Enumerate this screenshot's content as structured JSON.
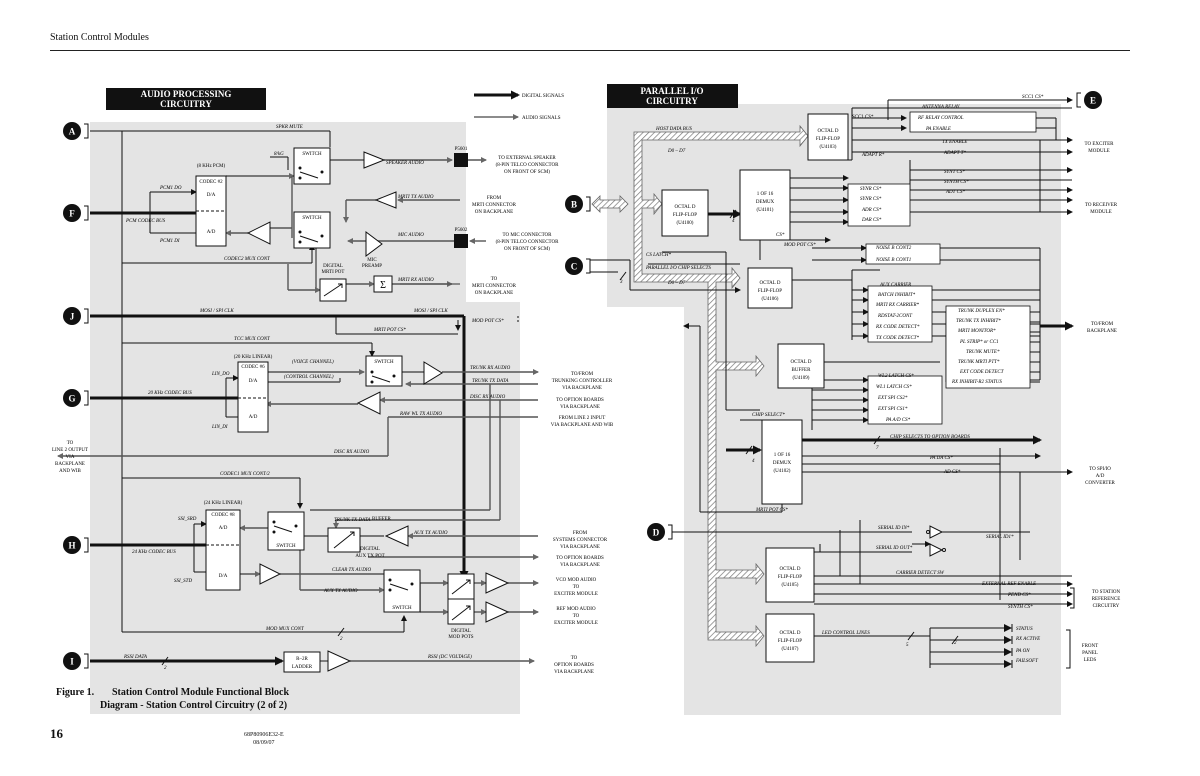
{
  "header": {
    "title": "Station Control Modules"
  },
  "footer": {
    "page_number": "16",
    "doc_id": "68P80906E32-E",
    "doc_date": "08/09/07"
  },
  "figure": {
    "number": "Figure 1.",
    "caption_line1": "Station Control Module Functional Block",
    "caption_line2": "Diagram - Station Control Circuitry (2 of 2)"
  },
  "sections": {
    "audio_title_1": "AUDIO PROCESSING",
    "audio_title_2": "CIRCUITRY",
    "pio_title_1": "PARALLEL I/O",
    "pio_title_2": "CIRCUITRY"
  },
  "legend": {
    "digital": "DIGITAL SIGNALS",
    "audio": "AUDIO SIGNALS"
  },
  "ports": [
    "A",
    "B",
    "C",
    "D",
    "E",
    "F",
    "G",
    "H",
    "I",
    "J"
  ],
  "blocks": {
    "codec2_title": "CODEC #2",
    "codec2_rate": "(8 KHz PCM)",
    "da": "D/A",
    "ad": "A/D",
    "codec6_title": "CODEC #6",
    "codec6_rate": "(20 KHz LINEAR)",
    "codec8_title": "CODEC #8",
    "codec8_rate": "(24 KHz LINEAR)",
    "switch": "SWITCH",
    "digital_mrti_pot_1": "DIGITAL",
    "digital_mrti_pot_2": "MRTI POT",
    "mic_preamp_1": "MIC",
    "mic_preamp_2": "PREAMP",
    "buffer": "BUFFER",
    "digital_aux_tx_pot_1": "DIGITAL",
    "digital_aux_tx_pot_2": "AUX TX POT",
    "digital_mod_pots_1": "DIGITAL",
    "digital_mod_pots_2": "MOD POTS",
    "rc_ladder_1": "R–2R",
    "rc_ladder_2": "LADDER",
    "octal_d": "OCTAL D",
    "flip_flop": "FLIP-FLOP",
    "octal_buffer": "BUFFER",
    "demux_1": "1 OF 16",
    "demux_2": "DEMUX",
    "u4103": "(U4103)",
    "u4100": "(U4100)",
    "u4101": "(U4101)",
    "u4106": "(U4106)",
    "u4109": "(U4109)",
    "u4102": "(U4102)",
    "u4105": "(U4105)",
    "u4107": "(U4107)",
    "p5601": "P5601",
    "p5602": "P5602"
  },
  "signals": {
    "spkr_mute": "SPKR MUTE",
    "8kg": "8/kG",
    "pcm1_do": "PCM1 DO",
    "pcm_codec_bus": "PCM CODEC BUS",
    "pcm1_di": "PCM1 DI",
    "speaker_audio": "SPEAKER AUDIO",
    "mrti_tx_audio": "MRTI TX AUDIO",
    "mic_audio": "MIC AUDIO",
    "codec2_mux_cont": "CODEC2 MUX CONT",
    "mrti_rx_audio": "MRTI RX AUDIO",
    "mosi_spi_clk": "MOSI / SPI CLK",
    "mrti_pot_cs": "MRTI POT CS*",
    "mod_pot_cs": "MOD POT CS*",
    "tcc_mux_cont": "TCC MUX CONT",
    "voice_channel": "(VOICE CHANNEL)",
    "control_channel": "(CONTROL CHANNEL)",
    "lin_do": "LIN_DO",
    "lin_di": "LIN_DI",
    "khz20_codec_bus": "20 KHz CODEC BUS",
    "trunk_rx_audio": "TRUNK RX AUDIO",
    "trunk_tx_data": "TRUNK TX DATA",
    "disc_rx_audio": "DISC RX AUDIO",
    "raw_wl_tx_audio": "RAW WL TX AUDIO",
    "disc_rx_audio2": "DISC RX AUDIO",
    "codec1_mux_cont": "CODEC1 MUX CONT/2",
    "ssi_srd": "SSI_SRD",
    "ssi_std": "SSI_STD",
    "khz24_codec_bus": "24 KHz CODEC BUS",
    "trunk_tx_data2": "TRUNK TX DATA",
    "aux_tx_audio": "AUX TX AUDIO",
    "clear_tx_audio": "CLEAR TX AUDIO",
    "aux_tx_audio2": "AUX TX AUDIO",
    "mod_mux_cont": "MOD MUX CONT",
    "rssi_data": "RSSI DATA",
    "rssi_dc": "RSSI  (DC VOLTAGE)",
    "host_data_bus": "HOST DATA BUS",
    "d0_d7": "D0 – D7",
    "d0_d7b": "D0 – D7",
    "cs_latch": "CS LATCH*",
    "parallel_io_chip_selects": "PARALLEL I/O CHIP SELECTS",
    "scc1_cs": "SCC1 CS*",
    "scc1_cs2": "SCC1 CS*",
    "antenna_relay": "ANTENNA RELAY",
    "rf_relay_control": "RF RELAY CONTROL",
    "pa_enable": "PA ENABLE",
    "tx_enable": "TX ENABLE",
    "adapt_t": "ADAPT T*",
    "adapt_r": "ADAPT R*",
    "synt_cs": "SYNT CS*",
    "synth_cs": "SYNTH CS*",
    "adt_cs": "ADT CS*",
    "synr_cs": "SYNR CS*",
    "synr_cs2": "SYNR CS*",
    "adr_cs": "ADR CS*",
    "dar_cs": "DAR CS*",
    "cs": "CS*",
    "mod_pot_cs2": "MOD POT CS*",
    "noise_b_cont2": "NOISE B CONT2",
    "noise_b_cont1": "NOISE B CONT1",
    "aux_carrier": "AUX CARRIER",
    "batch_inhibit": "BATCH INHIBIT*",
    "mrti_rx_carrier": "MRTI RX CARRIER*",
    "rdstat_cont": "RDSTAT-2CONT",
    "rx_code_detect": "RX CODE DETECT*",
    "tx_code_detect": "TX CODE DETECT*",
    "trunk_duplex_en": "TRUNK DUPLEX EN*",
    "trunk_tx_inhibit": "TRUNK TX INHIBIT*",
    "mrti_monitor": "MRTI MONITOR*",
    "pl_strip": "PL STRIP* or CC1",
    "trunk_mute": "TRUNK MUTE*",
    "trunk_mrti_ptt": "TRUNK MRTI PTT*",
    "ext_code_detect": "EXT CODE DETECT",
    "rx_inhibit_stat": "RX INHIBIT-R2 STATUS",
    "wl2_latch_cs": "WL2 LATCH CS*",
    "wl1_latch_cs": "WL1 LATCH CS*",
    "ext_spi_cs2": "EXT SPI CS2*",
    "ext_spi_cs1": "EXT SPI CS1*",
    "pa_ad_cs": "PA A/D CS*",
    "chip_select": "CHIP SELECT*",
    "chip_selects_opt": "CHIP SELECTS TO OPTION BOARDS",
    "pa_da_cs": "PA DA CS*",
    "ad_cs": "AD CS*",
    "mrti_pot_cs2": "MRTI POT CS*",
    "serial_id_in": "SERIAL ID IN*",
    "serial_id1": "SERIAL ID1*",
    "serial_id_out": "SERIAL ID OUT*",
    "carrier_detect_sw": "CARRIER DETECT SW",
    "ext_ref_enable": "EXTERNAL REF ENABLE",
    "pend_cs": "PEND CS*",
    "synth_cs2": "SYNTH CS*",
    "led_control_lines": "LED CONTROL LINES",
    "status": "STATUS",
    "rx_active": "RX ACTIVE",
    "pa_on": "PA ON",
    "failsoft": "FAILSOFT",
    "bus_3": "3",
    "bus_4": "4",
    "bus_4b": "4",
    "bus_7": "7",
    "bus_5": "5",
    "bus_2": "2",
    "bus_2b": "2",
    "bus_2c": "2"
  },
  "external": {
    "to_ext_speaker_1": "TO EXTERNAL SPEAKER",
    "to_ext_speaker_2": "(8-PIN TELCO CONNECTOR",
    "to_ext_speaker_3": "ON FRONT OF SCM)",
    "from_mrti_1": "FROM",
    "from_mrti_2": "MRTI CONNECTOR",
    "from_mrti_3": "ON BACKPLANE",
    "to_mic_1": "TO MIC CONNECTOR",
    "to_mic_2": "(8-PIN TELCO CONNECTOR",
    "to_mic_3": "ON FRONT OF SCM)",
    "to_mrti_1": "TO",
    "to_mrti_2": "MRTI CONNECTOR",
    "to_mrti_3": "ON BACKPLANE",
    "trunking_1": "TO/FROM",
    "trunking_2": "TRUNKING CONTROLLER",
    "trunking_3": "VIA BACKPLANE",
    "option_1": "TO OPTION BOARDS",
    "option_2": "VIA BACKPLANE",
    "line2_1": "FROM LINE 2 INPUT",
    "line2_2": "VIA BACKPLANE AND WIB",
    "line2out_1": "TO",
    "line2out_2": "LINE 2 OUTPUT",
    "line2out_3": "VIA",
    "line2out_4": "BACKPLANE",
    "line2out_5": "AND WIB",
    "sys_conn_1": "FROM",
    "sys_conn_2": "SYSTEMS CONNECTOR",
    "sys_conn_3": "VIA BACKPLANE",
    "option2_1": "TO OPTION BOARDS",
    "option2_2": "VIA BACKPLANE",
    "vco_1": "VCO MOD AUDIO",
    "vco_2": "TO",
    "vco_3": "EXCITER MODULE",
    "ref_1": "REF MOD AUDIO",
    "ref_2": "TO",
    "ref_3": "EXCITER MODULE",
    "option3_1": "TO",
    "option3_2": "OPTION BOARDS",
    "option3_3": "VIA BACKPLANE",
    "exciter_1": "TO EXCITER",
    "exciter_2": "MODULE",
    "receiver_1": "TO RECEIVER",
    "receiver_2": "MODULE",
    "backplane_1": "TO/FROM",
    "backplane_2": "BACKPLANE",
    "spi_1": "TO SPI/IO",
    "spi_2": "A/D",
    "spi_3": "CONVERTER",
    "station_ref_1": "TO STATION",
    "station_ref_2": "REFERENCE",
    "station_ref_3": "CIRCUITRY",
    "front_1": "FRONT",
    "front_2": "PANEL",
    "front_3": "LEDS"
  }
}
